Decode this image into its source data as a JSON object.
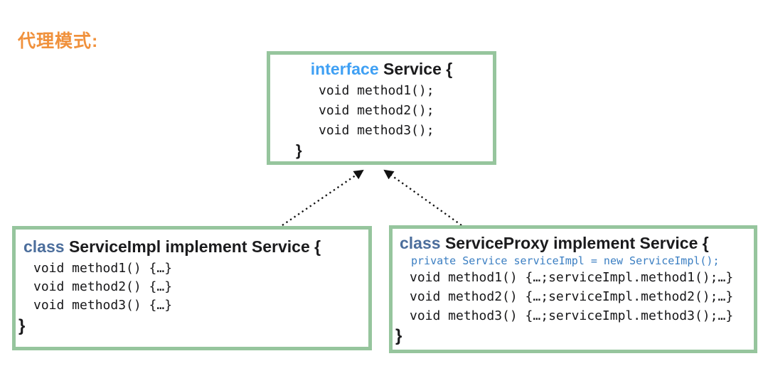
{
  "page": {
    "title": "代理模式:"
  },
  "colors": {
    "title_orange": "#F0913C",
    "box_border_green": "#96C59D",
    "interface_keyword_blue": "#3FA0F4",
    "class_keyword_blue": "#4C6E9C",
    "field_code_blue": "#3A7EC2",
    "code_text": "#161618"
  },
  "interface_box": {
    "keyword": "interface",
    "declaration": "Service {",
    "methods": [
      "void method1();",
      "void method2();",
      "void method3();"
    ],
    "closing_brace": "}"
  },
  "impl_box": {
    "keyword": "class",
    "declaration": "ServiceImpl implement Service {",
    "methods": [
      "void method1() {…}",
      "void method2() {…}",
      "void method3() {…}"
    ],
    "closing_brace": "}"
  },
  "proxy_box": {
    "keyword": "class",
    "declaration": "ServiceProxy implement Service {",
    "field": "private Service serviceImpl = new ServiceImpl();",
    "methods": [
      "void method1() {…;serviceImpl.method1();…}",
      "void method2() {…;serviceImpl.method2();…}",
      "void method3() {…;serviceImpl.method3();…}"
    ],
    "closing_brace": "}"
  },
  "relationships": [
    {
      "from": "ServiceImpl",
      "to": "Service",
      "type": "implements",
      "style": "dotted-arrow"
    },
    {
      "from": "ServiceProxy",
      "to": "Service",
      "type": "implements",
      "style": "dotted-arrow"
    }
  ]
}
